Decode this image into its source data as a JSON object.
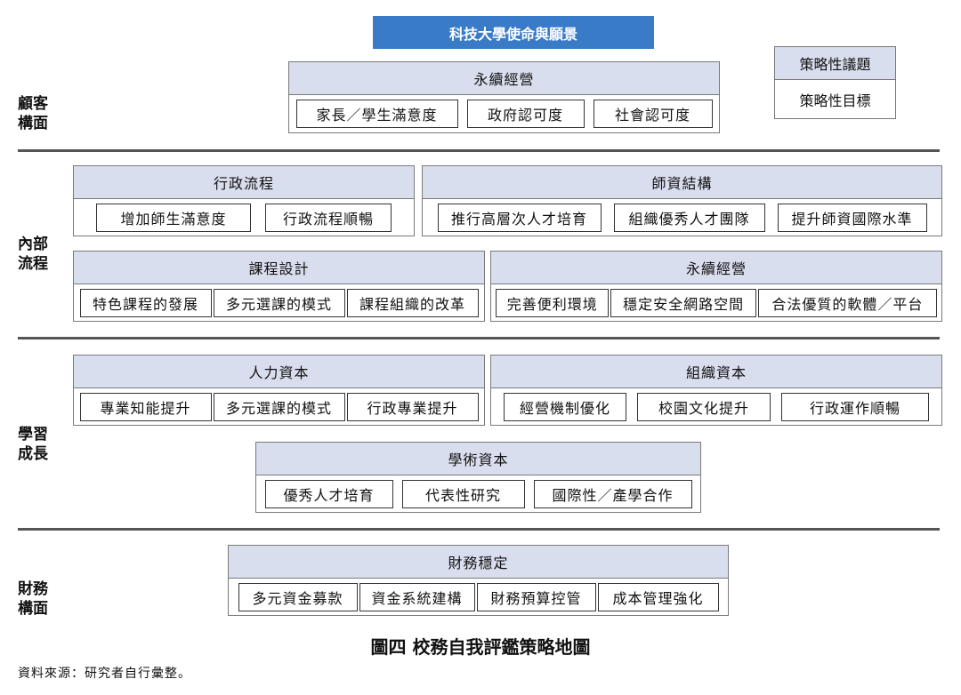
{
  "banner": "科技大學使命與願景",
  "legend": {
    "header": "策略性議題",
    "body": "策略性目標"
  },
  "perspectives": {
    "customer": [
      "顧客",
      "構面"
    ],
    "internal": [
      "內部",
      "流程"
    ],
    "learning": [
      "學習",
      "成長"
    ],
    "financial": [
      "財務",
      "構面"
    ]
  },
  "groups": {
    "customer_sustain": {
      "title": "永續經營",
      "items": [
        "家長／學生滿意度",
        "政府認可度",
        "社會認可度"
      ]
    },
    "admin_process": {
      "title": "行政流程",
      "items": [
        "增加師生滿意度",
        "行政流程順暢"
      ]
    },
    "faculty": {
      "title": "師資結構",
      "items": [
        "推行高層次人才培育",
        "組織優秀人才團隊",
        "提升師資國際水準"
      ]
    },
    "curriculum": {
      "title": "課程設計",
      "items": [
        "特色課程的發展",
        "多元選課的模式",
        "課程組織的改革"
      ]
    },
    "internal_sustain": {
      "title": "永續經營",
      "items": [
        "完善便利環境",
        "穩定安全網路空間",
        "合法優質的軟體／平台"
      ]
    },
    "human_capital": {
      "title": "人力資本",
      "items": [
        "專業知能提升",
        "多元選課的模式",
        "行政專業提升"
      ]
    },
    "org_capital": {
      "title": "組織資本",
      "items": [
        "經營機制優化",
        "校園文化提升",
        "行政運作順暢"
      ]
    },
    "academic_capital": {
      "title": "學術資本",
      "items": [
        "優秀人才培育",
        "代表性研究",
        "國際性／產學合作"
      ]
    },
    "financial": {
      "title": "財務穩定",
      "items": [
        "多元資金募款",
        "資金系統建構",
        "財務預算控管",
        "成本管理強化"
      ]
    }
  },
  "caption": "圖四 校務自我評鑑策略地圖",
  "source": "資料來源：研究者自行彙整。"
}
